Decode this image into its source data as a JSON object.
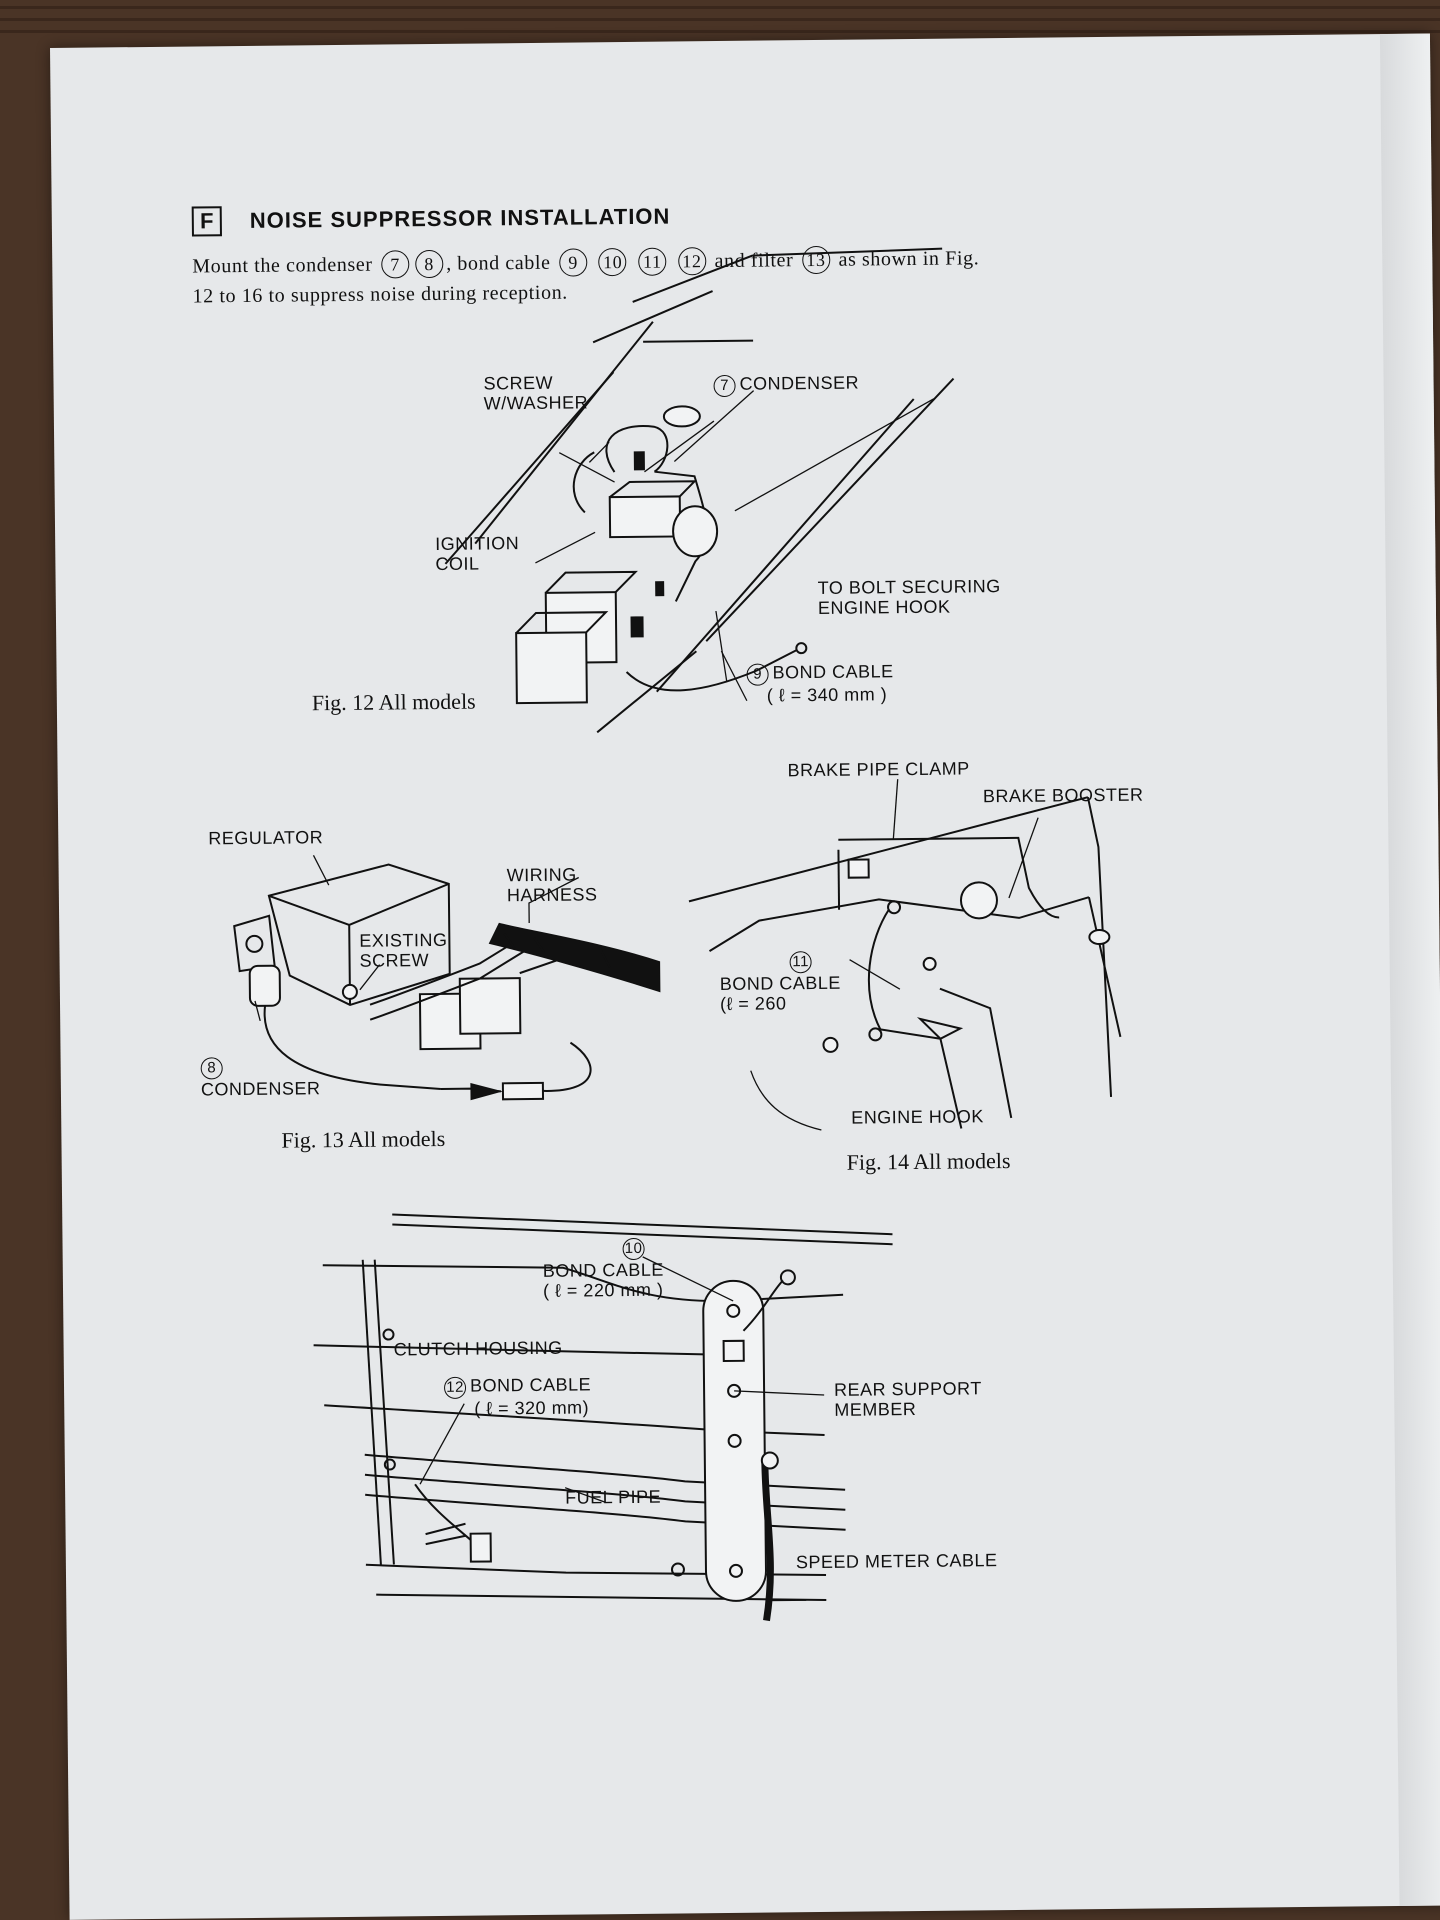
{
  "section": {
    "letter": "F",
    "title": "NOISE SUPPRESSOR INSTALLATION",
    "intro": {
      "part1": "Mount the condenser",
      "part2": ", bond cable",
      "part3": "and filter",
      "part4": "as shown in Fig.",
      "line2": "12 to 16 to suppress noise during reception.",
      "condensers": [
        "7",
        "8"
      ],
      "bond_cables": [
        "9",
        "10",
        "11",
        "12"
      ],
      "filter": "13"
    }
  },
  "fig12": {
    "caption": "Fig. 12 All models",
    "labels": {
      "screw_1": "SCREW",
      "screw_2": "W/WASHER",
      "condenser_num": "7",
      "condenser": "CONDENSER",
      "ignition_1": "IGNITION",
      "ignition_2": "COIL",
      "bolt_1": "TO BOLT SECURING",
      "bolt_2": "ENGINE HOOK",
      "bond_num": "9",
      "bond": "BOND CABLE",
      "bond_len": "( ℓ = 340 mm )"
    }
  },
  "fig13": {
    "caption": "Fig. 13 All models",
    "labels": {
      "regulator": "REGULATOR",
      "existing_1": "EXISTING",
      "existing_2": "SCREW",
      "wiring_1": "WIRING",
      "wiring_2": "HARNESS",
      "condenser_num": "8",
      "condenser": "CONDENSER"
    }
  },
  "fig14": {
    "caption": "Fig. 14 All models",
    "labels": {
      "brake_clamp": "BRAKE PIPE CLAMP",
      "brake_booster": "BRAKE BOOSTER",
      "bond_num": "11",
      "bond": "BOND CABLE",
      "bond_len": "(ℓ = 260",
      "engine_hook": "ENGINE HOOK"
    }
  },
  "fig15": {
    "labels": {
      "bond10_num": "10",
      "bond10": "BOND CABLE",
      "bond10_len": "( ℓ = 220 mm )",
      "clutch": "CLUTCH HOUSING",
      "bond12_num": "12",
      "bond12": "BOND CABLE",
      "bond12_len": "( ℓ = 320 mm)",
      "rear_1": "REAR SUPPORT",
      "rear_2": "MEMBER",
      "fuel": "FUEL PIPE",
      "speed": "SPEED METER CABLE"
    }
  }
}
